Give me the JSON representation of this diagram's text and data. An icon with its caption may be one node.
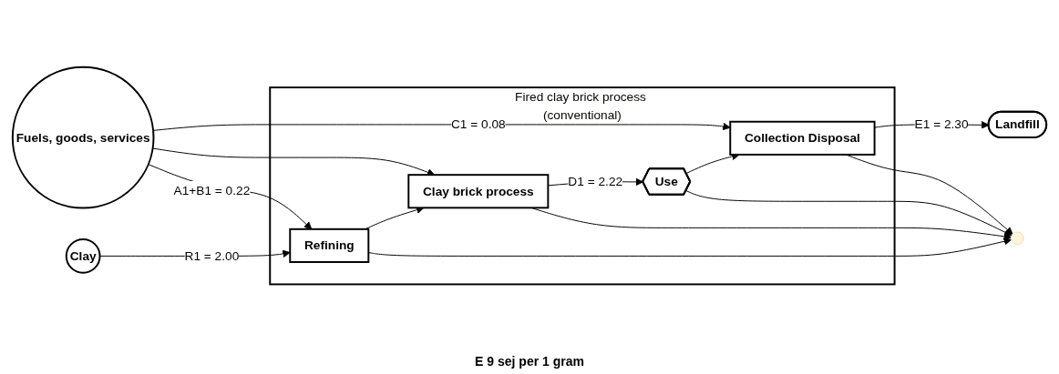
{
  "diagram": {
    "nodes": [
      {
        "text": [
          "Fired clay brick process (conventional)"
        ]
      },
      {
        "text": [
          "Clay"
        ]
      },
      {
        "text": [
          "Refining"
        ],
        "in": 0
      },
      {
        "text": [
          "Clay brick process"
        ],
        "in": 0
      },
      {
        "text": [
          "Use"
        ],
        "in": 0
      },
      {
        "text": [
          "Collection Disposal"
        ],
        "in": 0
      },
      {
        "text": [
          "Fuels, goods, services"
        ]
      },
      {
        "text": [
          "Landfill"
        ]
      },
      {
        "text": [],
        "shape": "ground"
      }
    ],
    "edges": [
      {
        "from": 1,
        "to": 2,
        "arrow": "to",
        "label": "R1 =  2.00"
      },
      {
        "from": 2,
        "to": 3,
        "arrow": "to"
      },
      {
        "from": 3,
        "to": 4,
        "arrow": "to",
        "label": "D1 = 2.22"
      },
      {
        "from": 4,
        "to": 5,
        "arrow": "to"
      },
      {
        "from": 5,
        "to": 7,
        "arrow": "to",
        "label": "E1 = 2.30"
      },
      {
        "from": 6,
        "to": 2,
        "arrow": "to",
        "label": "A1+B1 = 0.22"
      },
      {
        "from": 6,
        "to": 3,
        "arrow": "to"
      },
      {
        "from": 6,
        "to": 5,
        "arrow": "to",
        "label": "C1 = 0.08"
      },
      {
        "from": 2,
        "to": 8,
        "arrow": "to"
      },
      {
        "from": 3,
        "to": 8,
        "arrow": "to"
      },
      {
        "from": 4,
        "to": 8,
        "arrow": "to"
      },
      {
        "from": 5,
        "to": 8,
        "arrow": "to"
      }
    ],
    "labels": [
      "E 9 sej per 1 gram"
    ]
  }
}
